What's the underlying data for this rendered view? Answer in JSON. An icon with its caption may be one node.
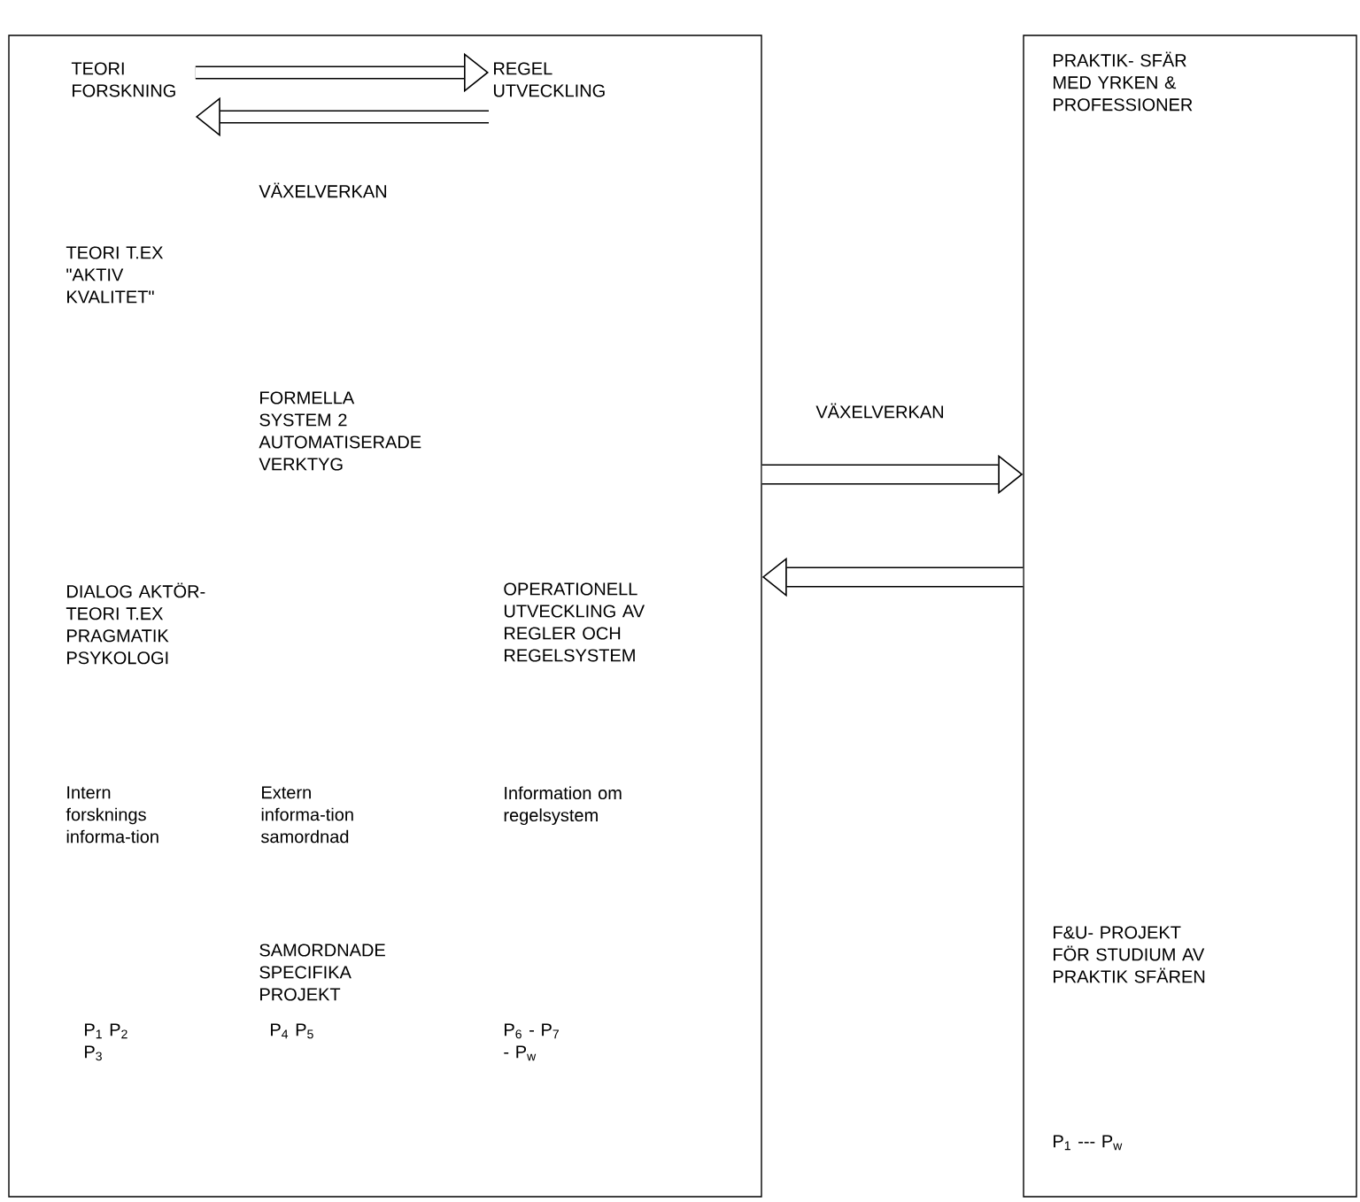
{
  "diagram": {
    "nodes": [
      {
        "text": [
          "VÄXELVERKAN",
          "TEORI T.EX \"AKTIV KVALITET\"",
          "FORMELLA SYSTEM 2 AUTOMATISERADE VERKTYG",
          "DIALOG AKTÖR- TEORI T.EX PRAGMATIK PSYKOLOGI",
          "OPERATIONELL UTVECKLING AV REGLER OCH REGELSYSTEM",
          "Intern forsknings informa-tion",
          "Extern informa-tion samordnad",
          "Information om regelsystem",
          "SAMORDNADE SPECIFIKA PROJEKT",
          "P$_{1}$ P$_{2}$ P$_{3}$",
          "P$_{4}$ P$_{5}$",
          "P$_{6}$ - P$_{7}$ - P$_{w}$"
        ]
      },
      {
        "text": [
          "TEORI FORSKNING"
        ],
        "in": 0
      },
      {
        "text": [
          "REGEL UTVECKLING"
        ],
        "in": 0
      },
      {
        "text": [
          "PRAKTIK- SFÄR MED YRKEN & PROFESSIONER",
          "F&U- PROJEKT FÖR STUDIUM AV PRAKTIK SFÄREN",
          "P$_{1}$ --- P$_{w}$"
        ]
      }
    ],
    "edges": [
      {
        "from": 1,
        "to": 2,
        "arrow": "to"
      },
      {
        "from": 2,
        "to": 1,
        "arrow": "to"
      },
      {
        "from": 0,
        "to": 3,
        "arrow": "to",
        "label": "VÄXELVERKAN"
      },
      {
        "from": 3,
        "to": 0,
        "arrow": "to"
      }
    ]
  }
}
